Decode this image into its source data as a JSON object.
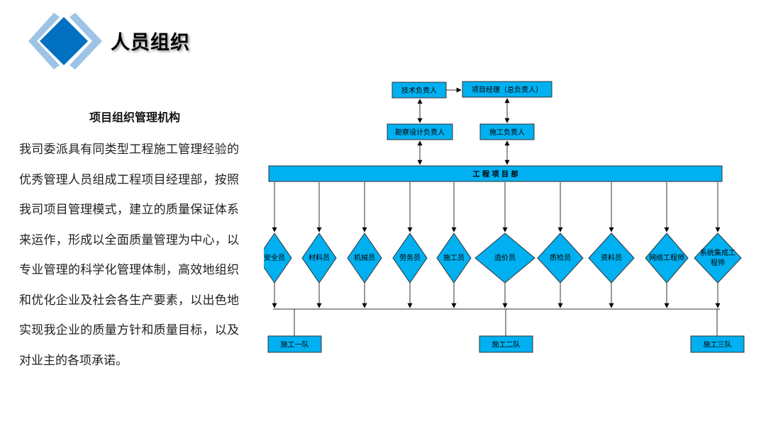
{
  "header": {
    "title": "人员组织",
    "colors": {
      "logo_dark": "#0070C0",
      "logo_light": "#9DC3E6"
    }
  },
  "left": {
    "subtitle": "项目组织管理机构",
    "paragraph": "我司委派具有同类型工程施工管理经验的优秀管理人员组成工程项目经理部，按照我司项目管理模式，建立的质量保证体系来运作，形成以全面质量管理为中心，以专业管理的科学化管理体制，高效地组织和优化企业及社会各生产要素，以出色地实现我企业的质量方针和质量目标，以及对业主的各项承诺。"
  },
  "diagram": {
    "fill": "#00B0F0",
    "top": {
      "tech": "技术负责人",
      "pm": "项目经理（总负责人）",
      "survey": "勘察设计负责人",
      "construction": "施工负责人",
      "dept": "工 程 项 目 部"
    },
    "roles": [
      "安全员",
      "材料员",
      "机械员",
      "劳务员",
      "施工员",
      "造价员",
      "质检员",
      "资料员",
      "网络工程师",
      "系统集成工程师"
    ],
    "teams": [
      "施工一队",
      "施工二队",
      "施工三队"
    ]
  }
}
